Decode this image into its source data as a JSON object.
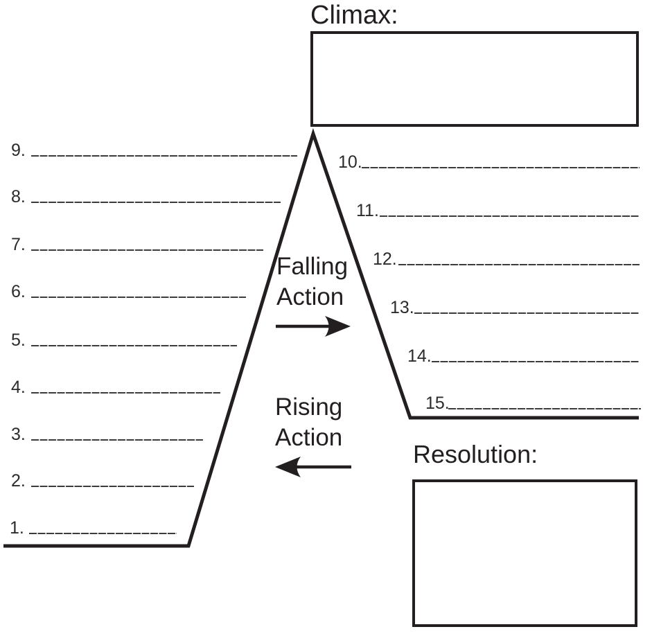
{
  "page": {
    "climax_label": "Climax:",
    "resolution_label": "Resolution:",
    "falling_action": {
      "line1": "Falling",
      "line2": "Action"
    },
    "rising_action": {
      "line1": "Rising",
      "line2": "Action"
    }
  },
  "rows_left": [
    {
      "num": "9."
    },
    {
      "num": "8."
    },
    {
      "num": "7."
    },
    {
      "num": "6."
    },
    {
      "num": "5."
    },
    {
      "num": "4."
    },
    {
      "num": "3."
    },
    {
      "num": "2."
    },
    {
      "num": "1."
    }
  ],
  "rows_right": [
    {
      "num": "10."
    },
    {
      "num": "11."
    },
    {
      "num": "12."
    },
    {
      "num": "13."
    },
    {
      "num": "14."
    },
    {
      "num": "15."
    }
  ],
  "icons": {
    "falling_action_arrow": "right-arrow",
    "rising_action_arrow": "left-arrow"
  },
  "colors": {
    "ink": "#231f20",
    "blank_line": "#3b3b3b",
    "background": "#ffffff"
  }
}
